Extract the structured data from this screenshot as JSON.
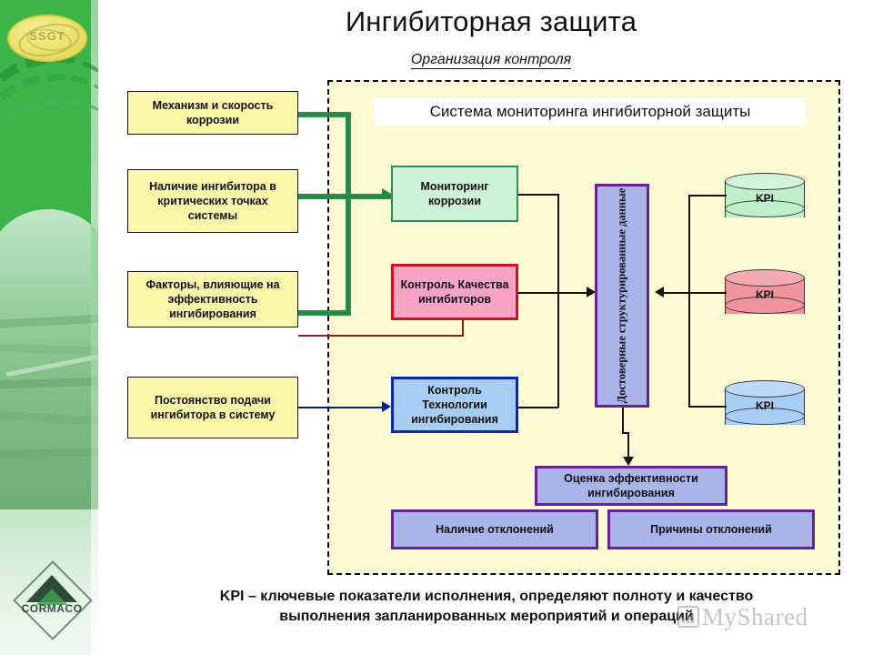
{
  "slide": {
    "title": "Ингибиторная защита",
    "subtitle": "Организация контроля",
    "system_header": "Система мониторинга ингибиторной защиты",
    "footer_line1": "KPI – ключевые показатели исполнения, определяют полноту и качество",
    "footer_line2": "выполнения запланированных мероприятий и операций",
    "watermark": "MyShared"
  },
  "brand": {
    "top_logo_text": "SSGT",
    "bottom_logo_text": "CORMACO"
  },
  "inputs": [
    {
      "label": "Механизм и скорость коррозии"
    },
    {
      "label": "Наличие ингибитора в критических точках системы"
    },
    {
      "label": "Факторы, влияющие на эффективность ингибирования"
    },
    {
      "label": "Постоянство подачи ингибитора в систему"
    }
  ],
  "processes": [
    {
      "label": "Мониторинг коррозии",
      "color": "#cdf2d6",
      "border": "#2e8b57"
    },
    {
      "label": "Контроль Качества ингибиторов",
      "color": "#fba3c4",
      "border": "#d01025"
    },
    {
      "label": "Контроль Технологии ингибирования",
      "color": "#a8cdf5",
      "border": "#0b27b0"
    }
  ],
  "data_box": {
    "label": "Достоверные структурированные данные",
    "color": "#aab4e8",
    "border": "#6a2092"
  },
  "kpis": [
    {
      "label": "KPI",
      "color": "#bfeecb"
    },
    {
      "label": "KPI",
      "color": "#f0939b"
    },
    {
      "label": "KPI",
      "color": "#a8cdf5"
    }
  ],
  "outputs": {
    "evaluation": "Оценка эффективности ингибирования",
    "deviations": "Наличие отклонений",
    "causes": "Причины отклонений"
  },
  "colors": {
    "input_fill": "#fbf7a8",
    "panel_fill": "#fdfbd4",
    "accent_green": "#1f8a33",
    "accent_dark_red": "#8f1b1b",
    "accent_navy": "#0b1f8a",
    "band_green": "#3cb44a"
  }
}
